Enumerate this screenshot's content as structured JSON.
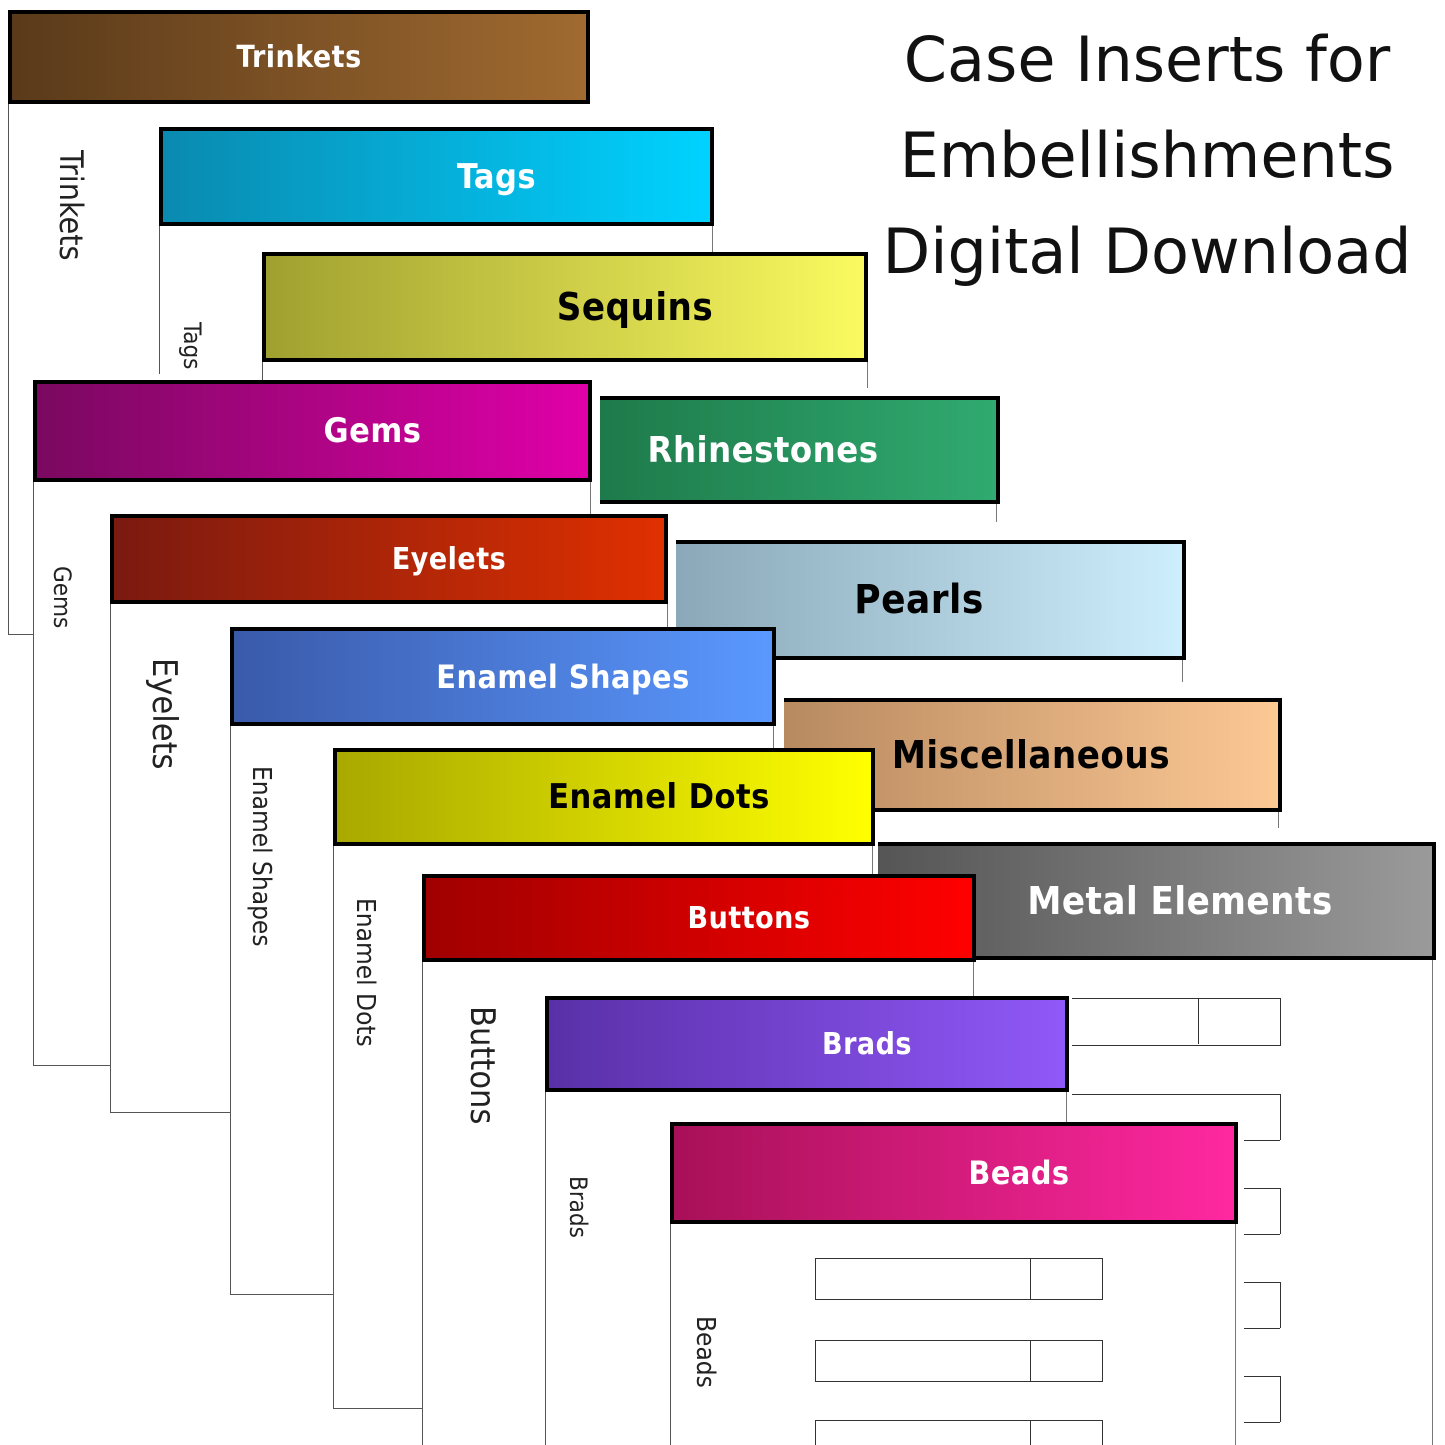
{
  "title": {
    "lines": [
      "Case Inserts for",
      "Embellishments",
      "Digital Download"
    ]
  },
  "inserts": {
    "trinkets": {
      "label": "Trinkets",
      "spine": "Trinkets",
      "color_start": "#5a3a1a",
      "color_end": "#a06a30",
      "text_color": "#ffffff"
    },
    "tags": {
      "label": "Tags",
      "spine": "Tags",
      "color_start": "#0a8ab0",
      "color_end": "#00d2ff",
      "text_color": "#ffffff"
    },
    "sequins": {
      "label": "Sequins",
      "spine": "",
      "color_start": "#a0a030",
      "color_end": "#fafa60",
      "text_color": "#000000"
    },
    "gems": {
      "label": "Gems",
      "spine": "Gems",
      "color_start": "#7a0860",
      "color_end": "#e000a8",
      "text_color": "#ffffff"
    },
    "rhinestones": {
      "label": "Rhinestones",
      "color_start": "#1e7a4a",
      "color_end": "#30aa70",
      "text_color": "#ffffff"
    },
    "eyelets": {
      "label": "Eyelets",
      "spine": "Eyelets",
      "color_start": "#7a1a10",
      "color_end": "#e03000",
      "text_color": "#ffffff"
    },
    "pearls": {
      "label": "Pearls",
      "color_start": "#8aa8b8",
      "color_end": "#cdeefc",
      "text_color": "#000000"
    },
    "enamel_shapes": {
      "label": "Enamel Shapes",
      "spine": "Enamel Shapes",
      "color_start": "#3a5aaa",
      "color_end": "#5a98ff",
      "text_color": "#ffffff"
    },
    "miscellaneous": {
      "label": "Miscellaneous",
      "color_start": "#b88a60",
      "color_end": "#fcc894",
      "text_color": "#000000"
    },
    "enamel_dots": {
      "label": "Enamel Dots",
      "spine": "Enamel Dots",
      "color_start": "#a8a800",
      "color_end": "#ffff00",
      "text_color": "#000000"
    },
    "metal_elements": {
      "label": "Metal Elements",
      "color_start": "#555555",
      "color_end": "#9a9a9a",
      "text_color": "#ffffff"
    },
    "buttons": {
      "label": "Buttons",
      "spine": "Buttons",
      "color_start": "#a00000",
      "color_end": "#ff0000",
      "text_color": "#ffffff"
    },
    "brads": {
      "label": "Brads",
      "spine": "Brads",
      "color_start": "#5a30a8",
      "color_end": "#9058f8",
      "text_color": "#ffffff"
    },
    "beads": {
      "label": "Beads",
      "spine": "Beads",
      "color_start": "#a81058",
      "color_end": "#ff28a0",
      "text_color": "#ffffff"
    }
  }
}
